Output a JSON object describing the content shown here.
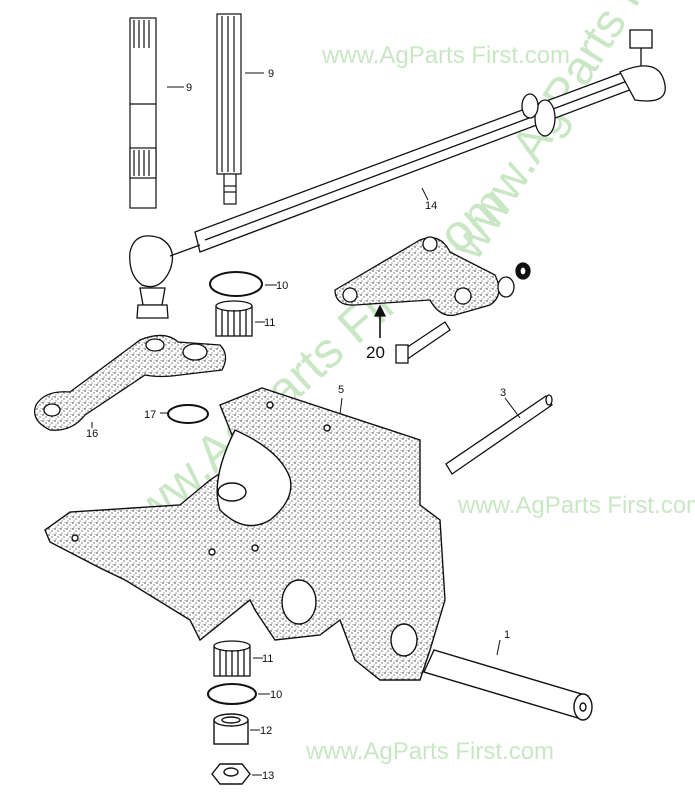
{
  "watermark": {
    "text": "www.AgParts First.com",
    "color": "#c9e7c4"
  },
  "callouts": {
    "c1": "1",
    "c3": "3",
    "c5": "5",
    "c9a": "9",
    "c9b": "9",
    "c10a": "10",
    "c10b": "10",
    "c11a": "11",
    "c11b": "11",
    "c12": "12",
    "c13": "13",
    "c14": "14",
    "c16": "16",
    "c17": "17",
    "c20": "20"
  },
  "colors": {
    "ink": "#111111",
    "paper": "#ffffff",
    "speckle": "#e8e8e8"
  }
}
